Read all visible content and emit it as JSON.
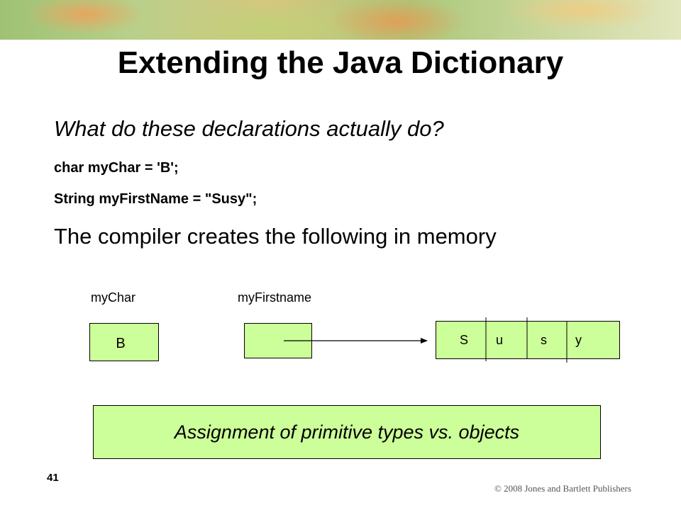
{
  "slide": {
    "title": "Extending the Java Dictionary",
    "question": "What do these declarations actually do?",
    "code_lines": [
      "char myChar = 'B';",
      "String myFirstName = \"Susy\";"
    ],
    "statement": "The compiler creates the following in memory",
    "diagram": {
      "char_label": "myChar",
      "ref_label": "myFirstname",
      "char_value": "B",
      "string_chars": [
        "S",
        "u",
        "s",
        "y"
      ]
    },
    "caption": "Assignment of primitive types vs. objects",
    "slide_number": "41",
    "copyright": "© 2008 Jones and Bartlett Publishers"
  },
  "colors": {
    "box_fill": "#ccff99"
  }
}
